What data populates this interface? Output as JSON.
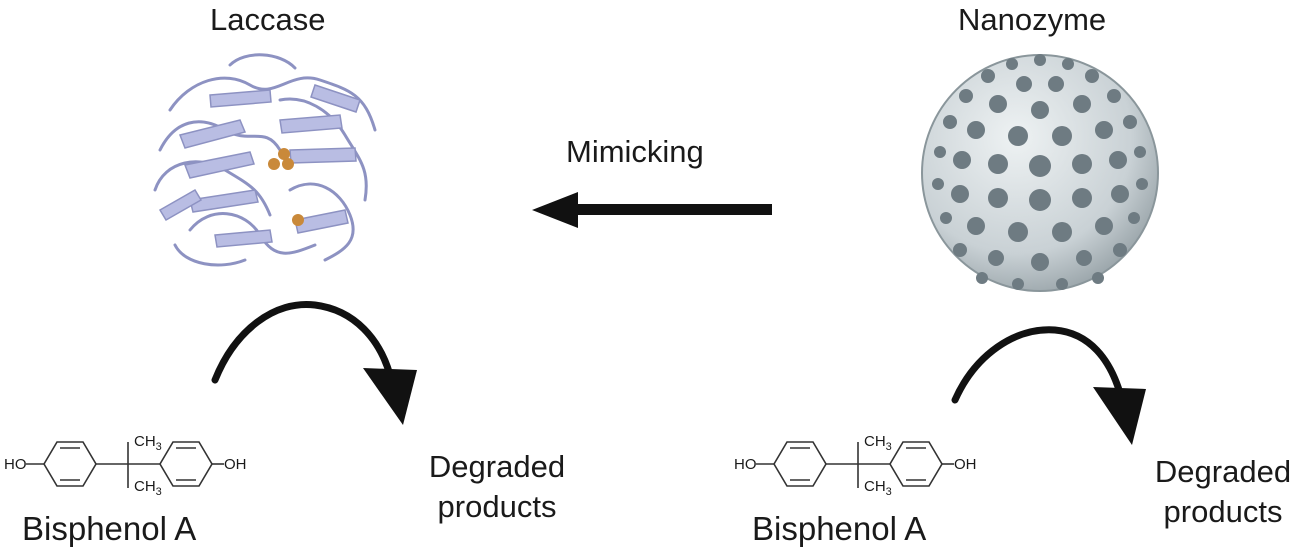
{
  "left": {
    "title": "Laccase",
    "chemical": {
      "name": "Bisphenol A",
      "ho": "HO",
      "oh": "OH",
      "ch3": "CH",
      "sub": "3"
    },
    "product": {
      "line1": "Degraded",
      "line2": "products"
    }
  },
  "center": {
    "arrow_label": "Mimicking"
  },
  "right": {
    "title": "Nanozyme",
    "chemical": {
      "name": "Bisphenol A",
      "ho": "HO",
      "oh": "OH",
      "ch3": "CH",
      "sub": "3"
    },
    "product": {
      "line1": "Degraded",
      "line2": "products"
    }
  },
  "colors": {
    "protein": "#b9bde3",
    "protein_stroke": "#8d92c2",
    "copper": "#c9893a",
    "sphere_light": "#e6ebed",
    "sphere_dark": "#a9b3b8",
    "sphere_dots": "#6e7b82",
    "arrow": "#111111"
  }
}
